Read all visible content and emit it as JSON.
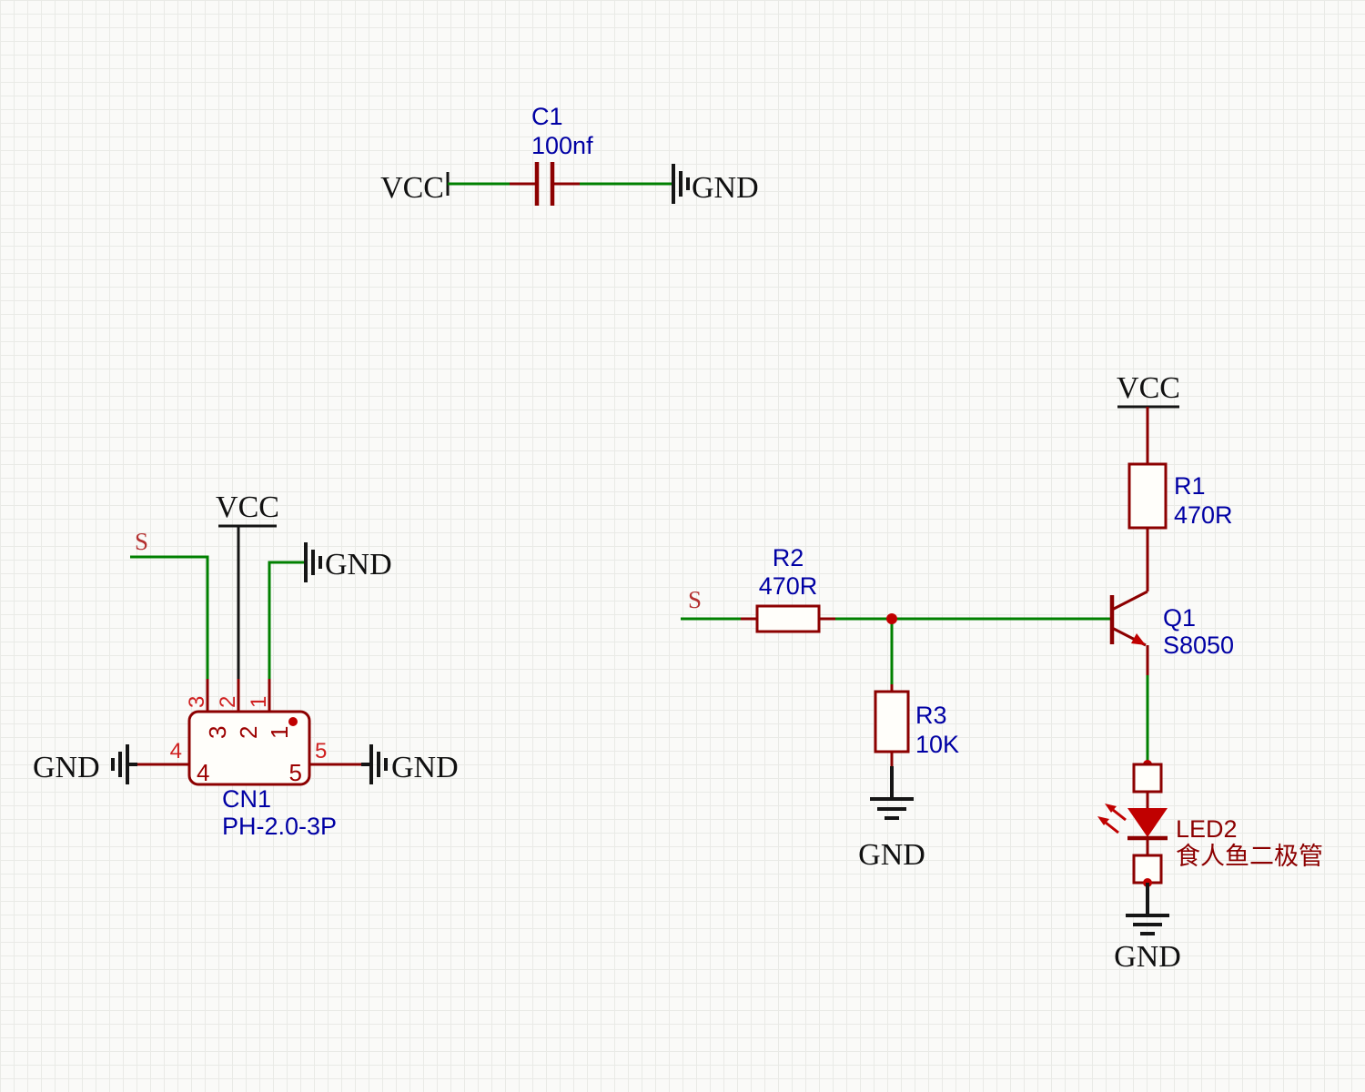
{
  "nets": {
    "vcc": "VCC",
    "gnd": "GND",
    "s": "S"
  },
  "components": {
    "c1": {
      "ref": "C1",
      "value": "100nf"
    },
    "cn1": {
      "ref": "CN1",
      "value": "PH-2.0-3P",
      "pin1": "1",
      "pin2": "2",
      "pin3": "3",
      "pin4": "4",
      "pin5": "5"
    },
    "r1": {
      "ref": "R1",
      "value": "470R"
    },
    "r2": {
      "ref": "R2",
      "value": "470R"
    },
    "r3": {
      "ref": "R3",
      "value": "10K"
    },
    "q1": {
      "ref": "Q1",
      "value": "S8050"
    },
    "led2": {
      "ref": "LED2",
      "value": "食人鱼二极管"
    }
  },
  "colors": {
    "component_outline": "#8c0000",
    "wire": "#008000",
    "designator_label": "#0000a4",
    "led_label": "#8c0000",
    "pin_number": "#cf2020",
    "junction_dot": "#c00000",
    "net_label": "#101010",
    "canvas_background": "#fafaf8",
    "grid_line": "#e9eae6"
  }
}
